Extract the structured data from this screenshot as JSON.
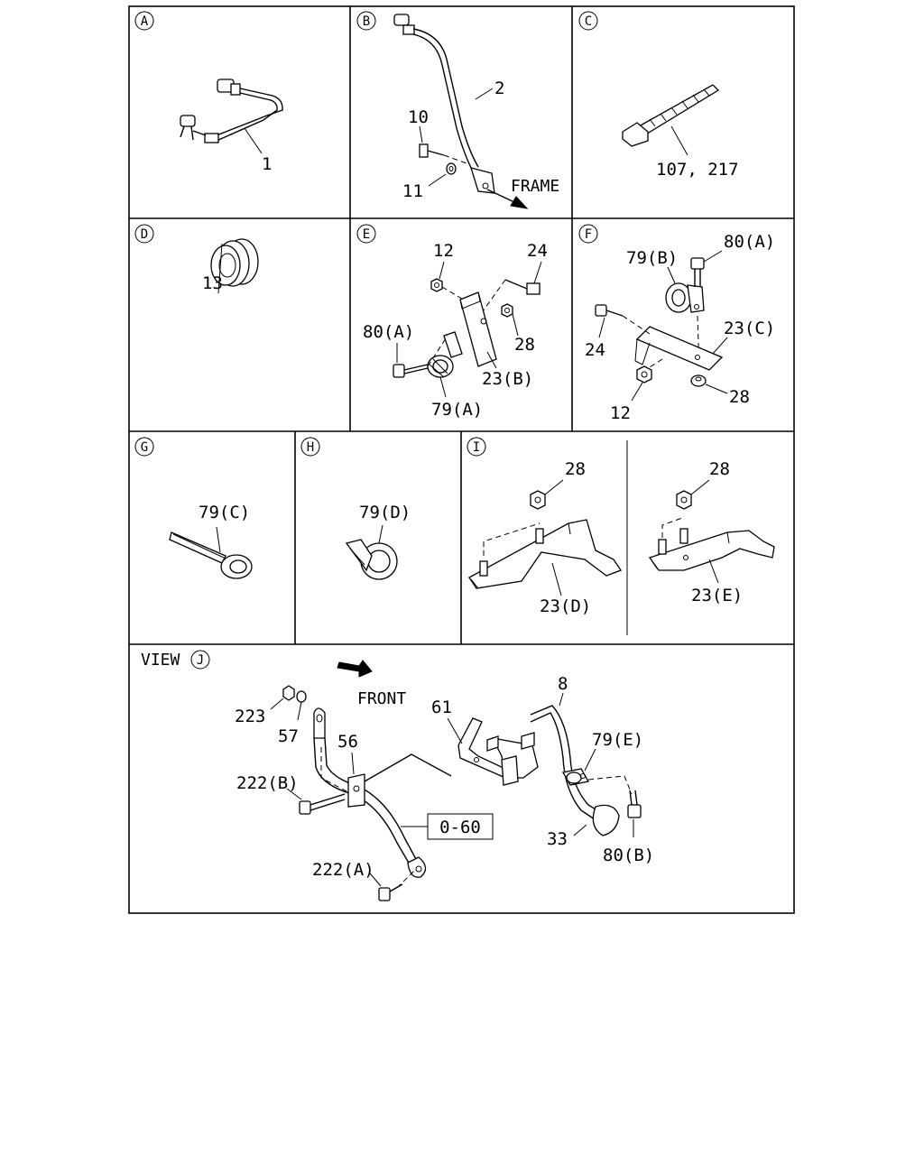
{
  "panels": {
    "a": {
      "letter": "A",
      "labels": [
        "1"
      ]
    },
    "b": {
      "letter": "B",
      "labels": [
        "2",
        "10",
        "11"
      ],
      "note": "FRAME"
    },
    "c": {
      "letter": "C",
      "labels": [
        "107, 217"
      ]
    },
    "d": {
      "letter": "D",
      "labels": [
        "13"
      ]
    },
    "e": {
      "letter": "E",
      "labels": [
        "12",
        "24",
        "80(A)",
        "28",
        "23(B)",
        "79(A)"
      ]
    },
    "f": {
      "letter": "F",
      "labels": [
        "79(B)",
        "80(A)",
        "23(C)",
        "24",
        "28",
        "12"
      ]
    },
    "g": {
      "letter": "G",
      "labels": [
        "79(C)"
      ]
    },
    "h": {
      "letter": "H",
      "labels": [
        "79(D)"
      ]
    },
    "i": {
      "letter": "I",
      "labels": [
        "28",
        "23(D)",
        "28",
        "23(E)"
      ]
    },
    "j": {
      "view_text": "VIEW",
      "letter": "J",
      "front": "FRONT",
      "labels": [
        "223",
        "57",
        "56",
        "222(B)",
        "222(A)",
        "61",
        "8",
        "79(E)",
        "33",
        "80(B)"
      ],
      "ref_box": "0-60"
    }
  }
}
